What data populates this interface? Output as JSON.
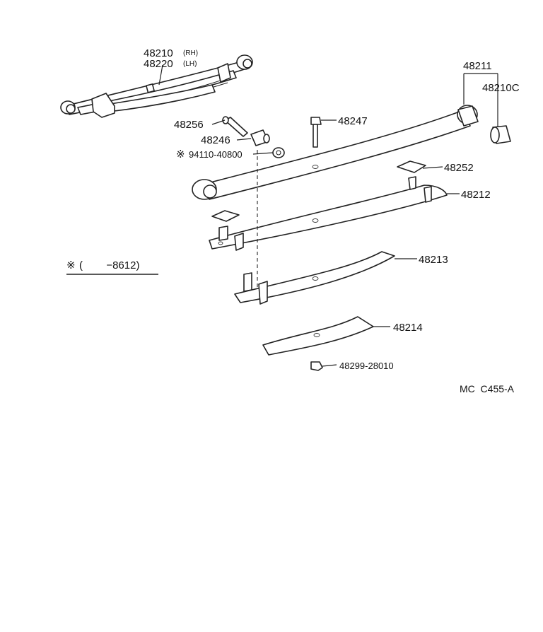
{
  "diagram": {
    "labels": {
      "p48210": "48210",
      "p48210_side": "(RH)",
      "p48220": "48220",
      "p48220_side": "(LH)",
      "p48211": "48211",
      "p48210c": "48210C",
      "p48256": "48256",
      "p48247": "48247",
      "p48246": "48246",
      "p94110": "94110-40800",
      "p48252": "48252",
      "p48212": "48212",
      "p48213": "48213",
      "p48214": "48214",
      "p48299": "48299-28010"
    },
    "note": {
      "marker": "※",
      "text": "(        −8612)"
    },
    "code": "MC  C455-A"
  }
}
